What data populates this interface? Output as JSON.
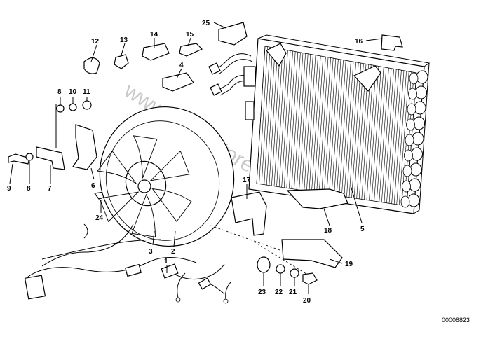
{
  "watermark": "www.BMWstore.pl",
  "diagram_code": "00008823",
  "callouts": [
    {
      "id": "c25",
      "text": "25"
    },
    {
      "id": "c16",
      "text": "16"
    },
    {
      "id": "c12",
      "text": "12"
    },
    {
      "id": "c13",
      "text": "13"
    },
    {
      "id": "c14",
      "text": "14"
    },
    {
      "id": "c15",
      "text": "15"
    },
    {
      "id": "c4",
      "text": "4"
    },
    {
      "id": "c8a",
      "text": "8"
    },
    {
      "id": "c10",
      "text": "10"
    },
    {
      "id": "c11",
      "text": "11"
    },
    {
      "id": "c9",
      "text": "9"
    },
    {
      "id": "c8b",
      "text": "8"
    },
    {
      "id": "c7",
      "text": "7"
    },
    {
      "id": "c6",
      "text": "6"
    },
    {
      "id": "c24",
      "text": "24"
    },
    {
      "id": "c17",
      "text": "17"
    },
    {
      "id": "c18",
      "text": "18"
    },
    {
      "id": "c5",
      "text": "5"
    },
    {
      "id": "c19",
      "text": "19"
    },
    {
      "id": "c3",
      "text": "3"
    },
    {
      "id": "c2",
      "text": "2"
    },
    {
      "id": "c1",
      "text": "1"
    },
    {
      "id": "c23",
      "text": "23"
    },
    {
      "id": "c22",
      "text": "22"
    },
    {
      "id": "c21",
      "text": "21"
    },
    {
      "id": "c20",
      "text": "20"
    }
  ]
}
